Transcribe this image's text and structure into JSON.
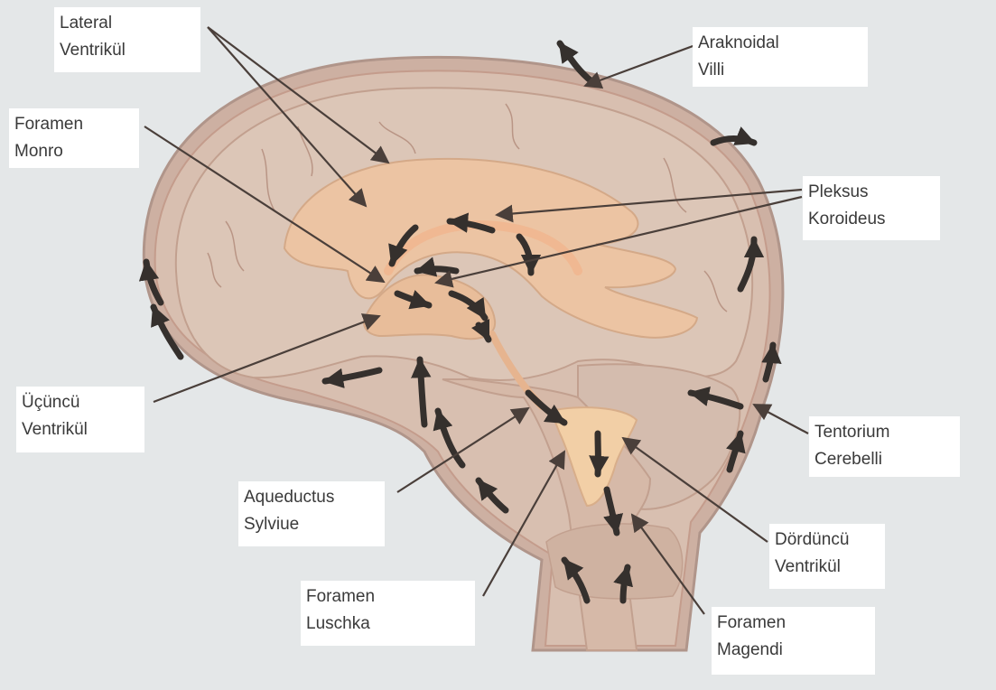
{
  "colors": {
    "background": "#e4e7e8",
    "cortex": "#d8bfb0",
    "meninges": "#c09e8e",
    "ventricle": "#ecc4a3",
    "choroid": "#f0b892",
    "arrow": "#35302d",
    "leader": "#4a3f3a"
  },
  "labels": {
    "lateral_ventrikul": "Lateral\nVentrikül",
    "foramen_monro": "Foramen\nMonro",
    "ucuncu_ventrikul": "Üçüncü\nVentrikül",
    "aqueductus_sylviue": "Aqueductus\nSylviue",
    "foramen_luschka": "Foramen\nLuschka",
    "araknoidal_villi": "Araknoidal\nVilli",
    "pleksus_koroideus": "Pleksus\nKoroideus",
    "tentorium_cerebelli": "Tentorium\nCerebelli",
    "dorduncu_ventrikul": "Dördüncü\nVentrikül",
    "foramen_magendi": "Foramen\nMagendi"
  },
  "icons": {
    "flow_arrow": "csf-flow-arrow-icon"
  }
}
